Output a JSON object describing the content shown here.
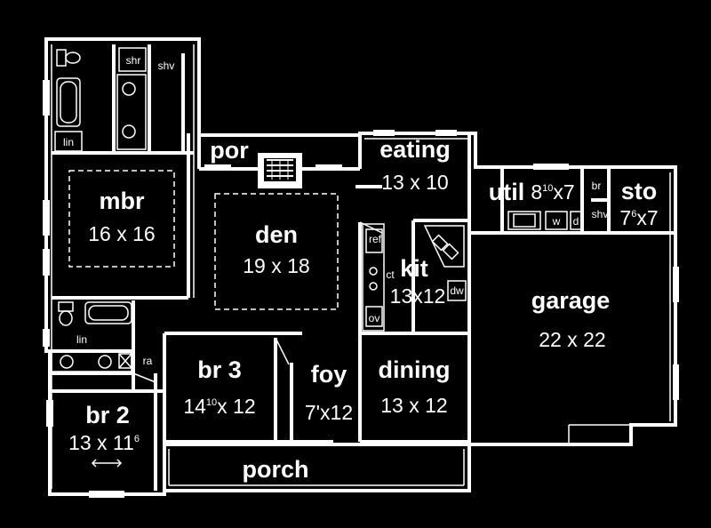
{
  "rooms": [
    {
      "id": "mbr",
      "name": "mbr",
      "size": "16 x 16"
    },
    {
      "id": "den",
      "name": "den",
      "size": "19 x 18"
    },
    {
      "id": "eating",
      "name": "eating",
      "size": "13 x 10"
    },
    {
      "id": "util",
      "name": "util",
      "size": "8",
      "size_sup": "10",
      "size_tail": "x7"
    },
    {
      "id": "sto",
      "name": "sto",
      "size": "7",
      "size_sup": "6",
      "size_tail": "x7"
    },
    {
      "id": "kit",
      "name": "kit",
      "size": "13x12"
    },
    {
      "id": "garage",
      "name": "garage",
      "size": "22 x 22"
    },
    {
      "id": "br3",
      "name": "br 3",
      "size": "14",
      "size_sup": "10",
      "size_tail": "x 12"
    },
    {
      "id": "foy",
      "name": "foy",
      "size": "7'x12"
    },
    {
      "id": "dining",
      "name": "dining",
      "size": "13 x 12"
    },
    {
      "id": "br2",
      "name": "br 2",
      "size": "13 x 11",
      "size_sup": "6"
    },
    {
      "id": "porch",
      "name": "porch",
      "size": ""
    },
    {
      "id": "por",
      "name": "por",
      "size": ""
    }
  ],
  "fixtures": {
    "shr": "shr",
    "shv_bath": "shv",
    "lin_master": "lin",
    "lin_hall": "lin",
    "ra": "ra",
    "ref": "ref",
    "ct": "ct",
    "ov": "ov",
    "dw": "dw",
    "br_util": "br",
    "shv_util": "shv",
    "wi": "w",
    "dr": "d"
  }
}
